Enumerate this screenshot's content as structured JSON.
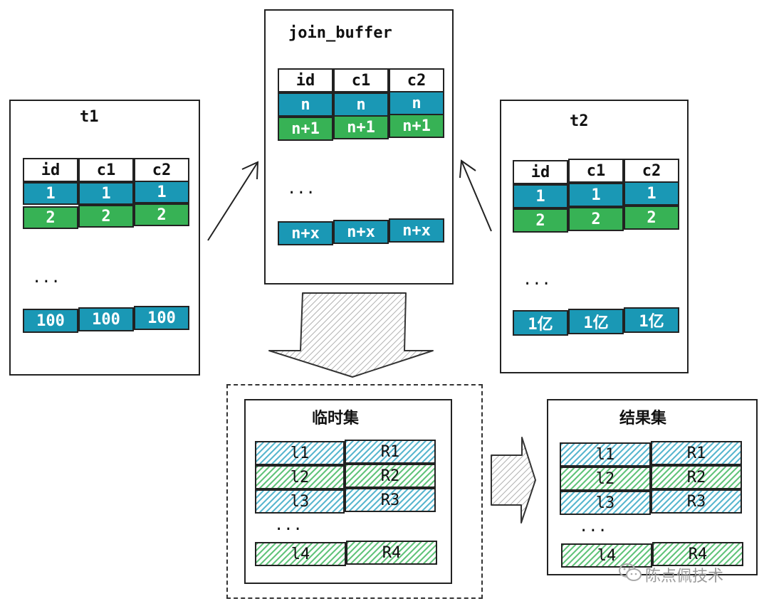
{
  "t1": {
    "title": "t1",
    "headers": [
      "id",
      "c1",
      "c2"
    ],
    "row1": [
      "1",
      "1",
      "1"
    ],
    "row2": [
      "2",
      "2",
      "2"
    ],
    "ellipsis": "...",
    "last": [
      "100",
      "100",
      "100"
    ]
  },
  "join_buffer": {
    "title": "join_buffer",
    "headers": [
      "id",
      "c1",
      "c2"
    ],
    "row1": [
      "n",
      "n",
      "n"
    ],
    "row2": [
      "n+1",
      "n+1",
      "n+1"
    ],
    "ellipsis": "...",
    "last": [
      "n+x",
      "n+x",
      "n+x"
    ]
  },
  "t2": {
    "title": "t2",
    "headers": [
      "id",
      "c1",
      "c2"
    ],
    "row1": [
      "1",
      "1",
      "1"
    ],
    "row2": [
      "2",
      "2",
      "2"
    ],
    "ellipsis": "...",
    "last": [
      "1亿",
      "1亿",
      "1亿"
    ]
  },
  "temp_set": {
    "title": "临时集",
    "rows": [
      [
        "l1",
        "R1"
      ],
      [
        "l2",
        "R2"
      ],
      [
        "l3",
        "R3"
      ]
    ],
    "ellipsis": "...",
    "last": [
      "l4",
      "R4"
    ]
  },
  "result_set": {
    "title": "结果集",
    "rows": [
      [
        "l1",
        "R1"
      ],
      [
        "l2",
        "R2"
      ],
      [
        "l3",
        "R3"
      ]
    ],
    "ellipsis": "...",
    "last": [
      "l4",
      "R4"
    ]
  },
  "watermark": "陈点佩技术",
  "colors": {
    "blue": "#1a98b5",
    "green": "#37b255",
    "hatch_blue": "#5ab7cf",
    "hatch_green": "#63c47c"
  }
}
